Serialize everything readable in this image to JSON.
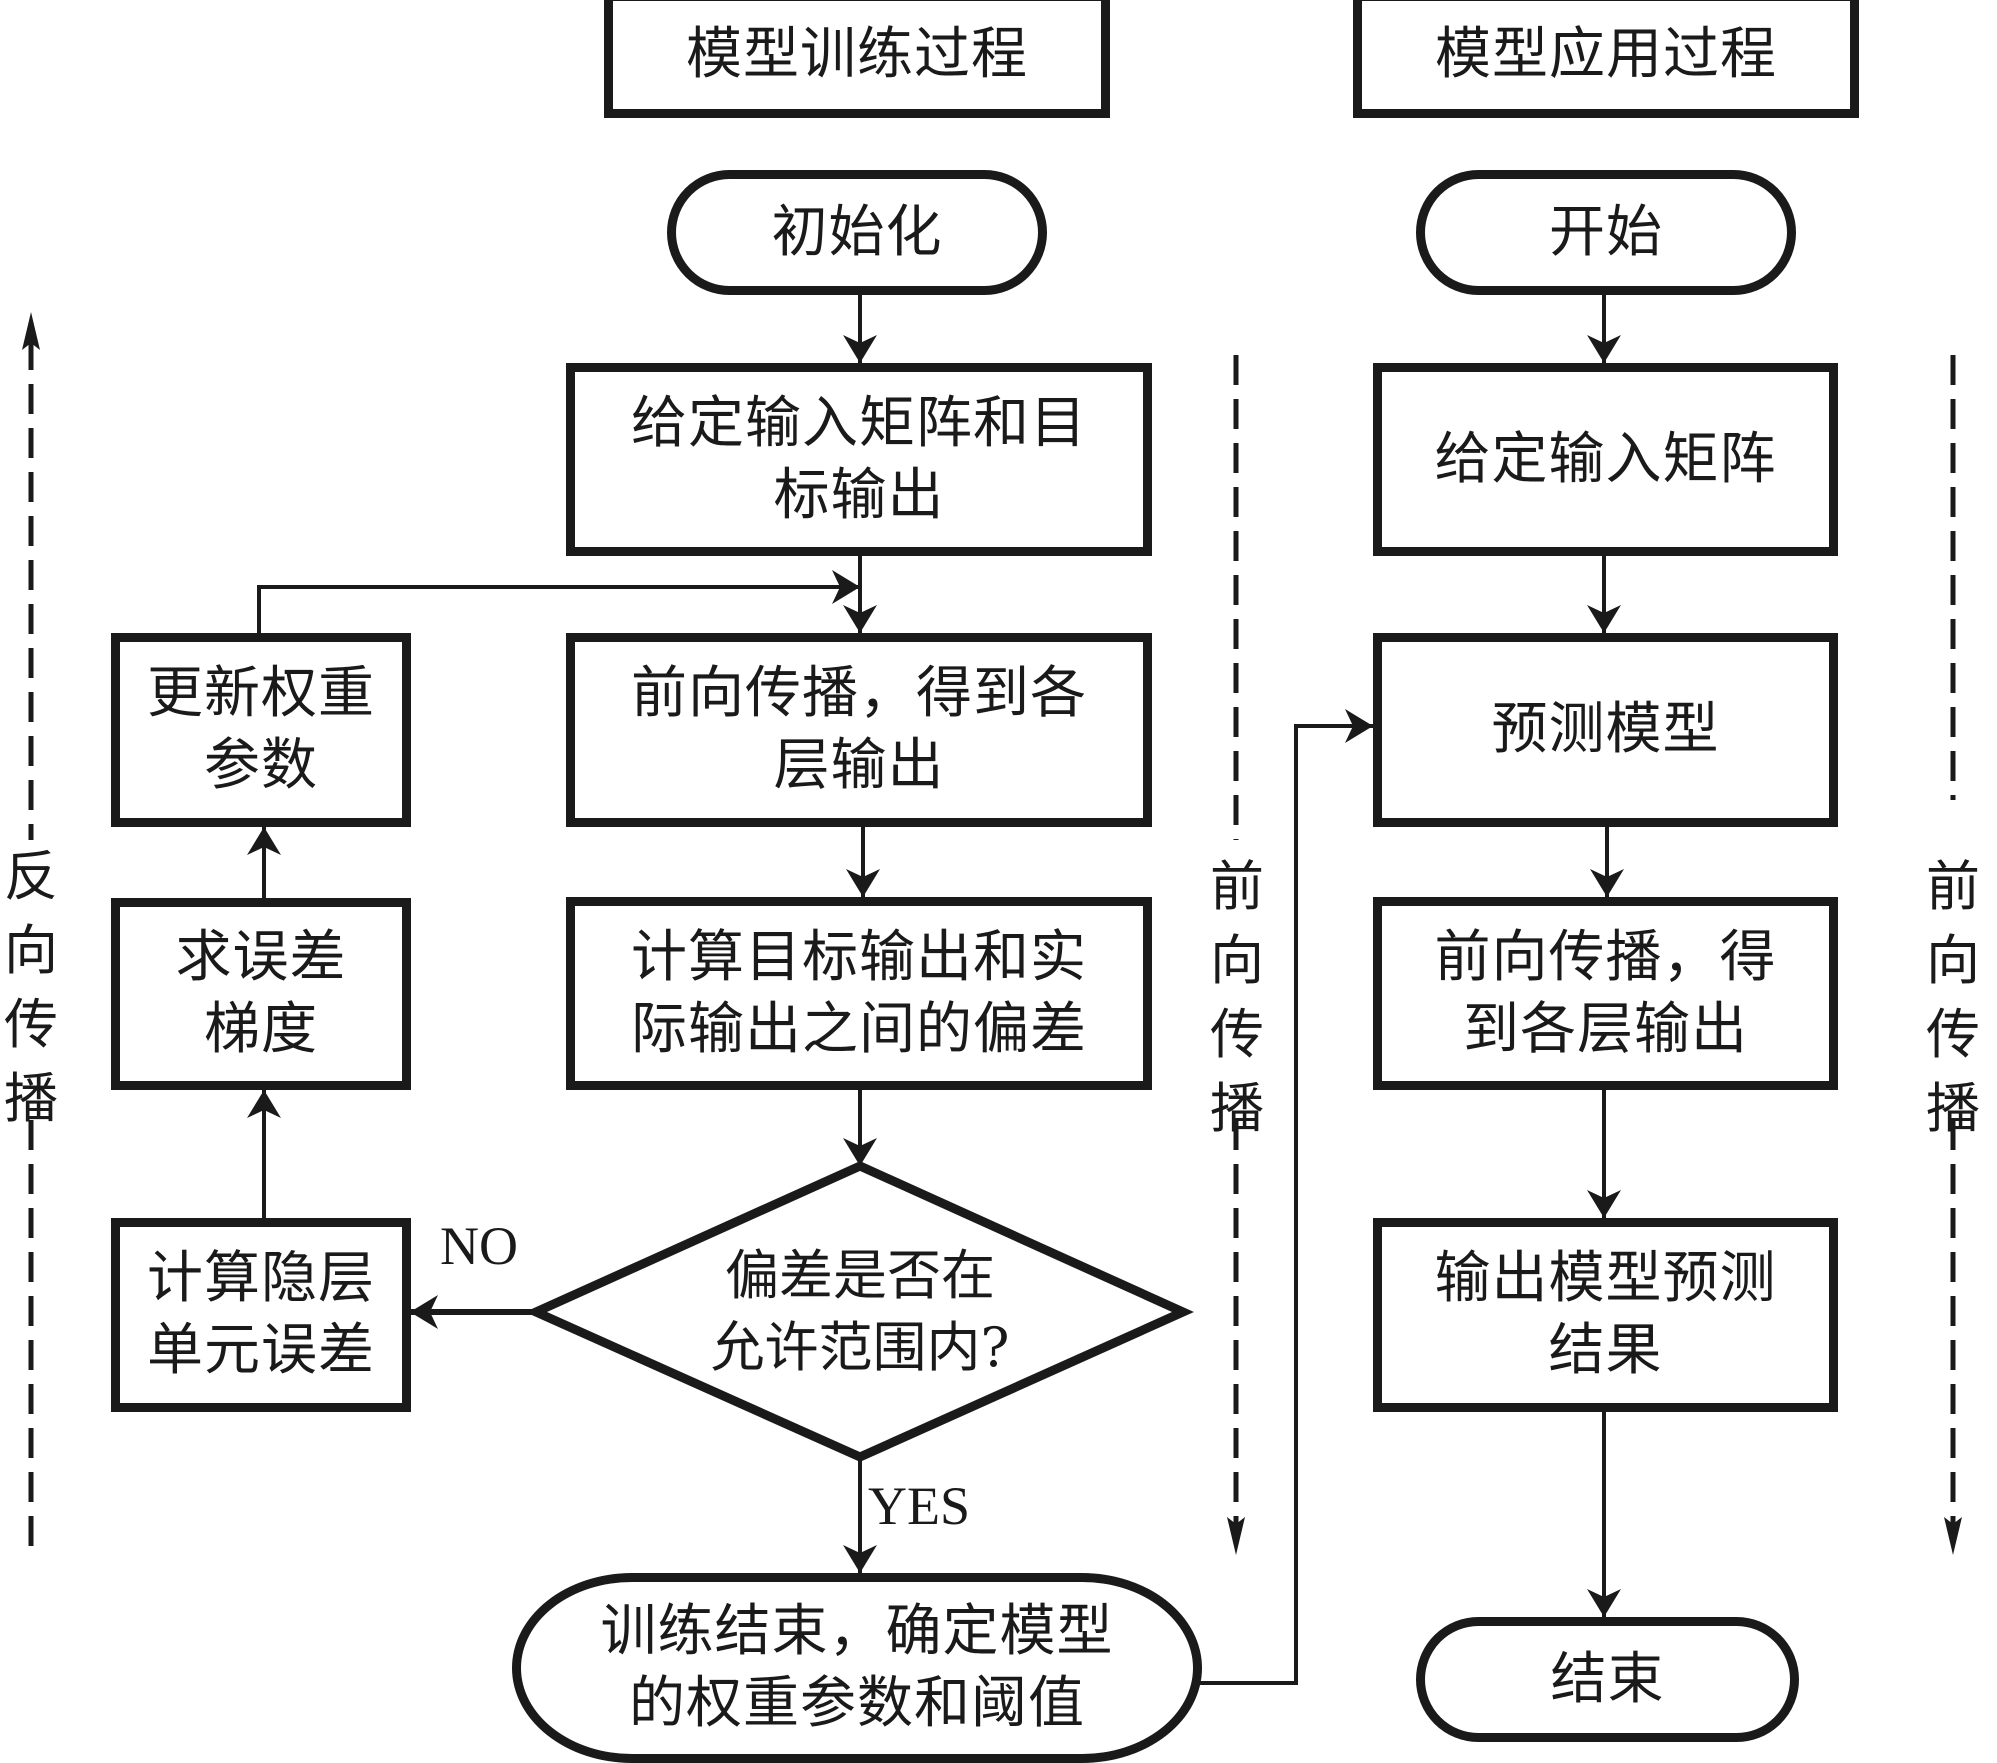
{
  "headers": {
    "training": "模型训练过程",
    "application": "模型应用过程"
  },
  "training": {
    "init": "初始化",
    "input": [
      "给定输入矩阵和目",
      "标输出"
    ],
    "forward": [
      "前向传播，得到各",
      "层输出"
    ],
    "compute_deviation": [
      "计算目标输出和实",
      "际输出之间的偏差"
    ],
    "decision": [
      "偏差是否在",
      "允许范围内?"
    ],
    "decision_no": "NO",
    "decision_yes": "YES",
    "hidden_error": [
      "计算隐层",
      "单元误差"
    ],
    "gradient": [
      "求误差",
      "梯度"
    ],
    "update_weights": [
      "更新权重",
      "参数"
    ],
    "end": [
      "训练结束，确定模型",
      "的权重参数和阈值"
    ]
  },
  "application": {
    "start": "开始",
    "input": "给定输入矩阵",
    "predict": "预测模型",
    "forward": [
      "前向传播，得",
      "到各层输出"
    ],
    "output": [
      "输出模型预测",
      "结果"
    ],
    "end": "结束"
  },
  "side_labels": {
    "backward": "反\n向\n传\n播",
    "forward_mid": "前\n向\n传\n播",
    "forward_right": "前\n向\n传\n播"
  }
}
